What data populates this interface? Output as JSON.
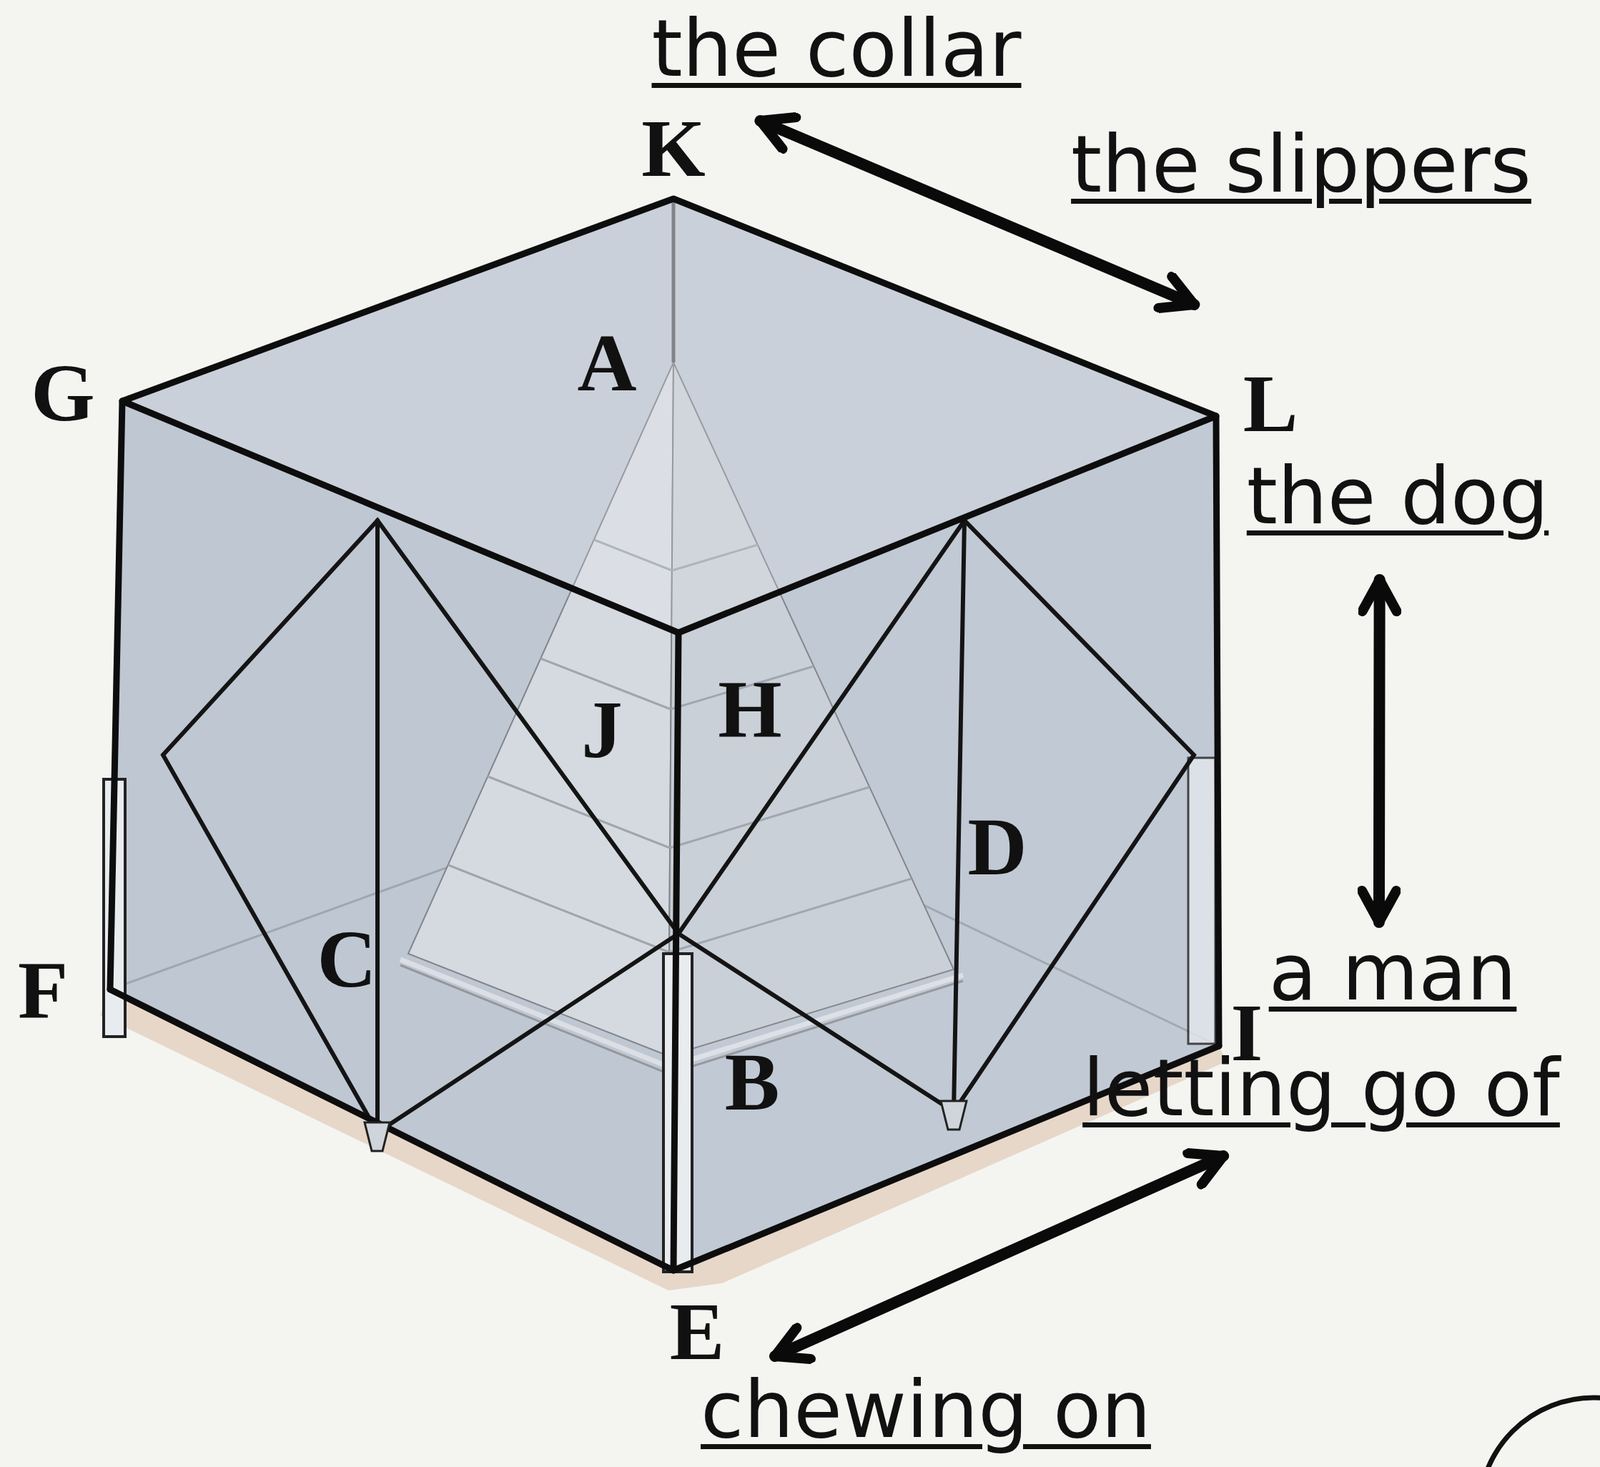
{
  "diagram": {
    "nodes": [
      {
        "text": [
          "the collar"
        ]
      },
      {
        "text": [
          "the slippers"
        ]
      },
      {
        "text": [
          "the dog"
        ]
      },
      {
        "text": [
          "a man"
        ]
      },
      {
        "text": [
          "letting go of"
        ]
      },
      {
        "text": [
          "chewing on"
        ]
      }
    ],
    "edges": [
      {
        "from": 0,
        "to": 1,
        "arrow": "both"
      },
      {
        "from": 2,
        "to": 3,
        "arrow": "both"
      },
      {
        "from": 4,
        "to": 5,
        "arrow": "both"
      }
    ],
    "labels": [
      "K",
      "A",
      "G",
      "L",
      "H",
      "J",
      "D",
      "C",
      "F",
      "I",
      "B",
      "E"
    ]
  }
}
